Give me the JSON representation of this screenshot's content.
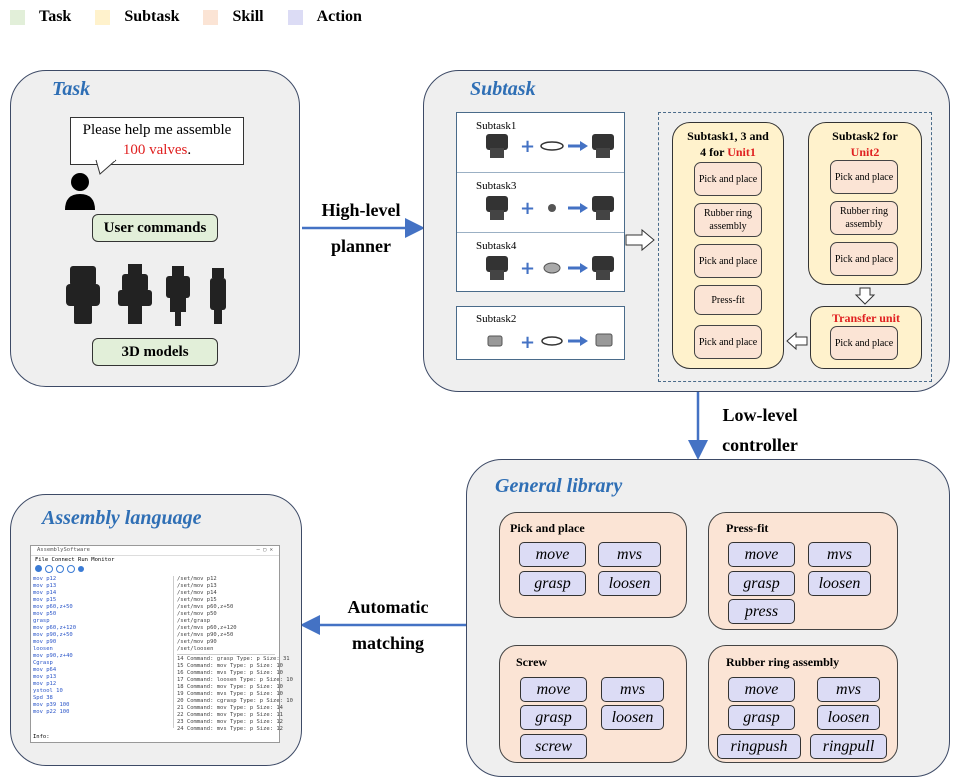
{
  "legend": [
    {
      "label": "Task",
      "color": "#e2efd9"
    },
    {
      "label": "Subtask",
      "color": "#fff2cc"
    },
    {
      "label": "Skill",
      "color": "#fbe4d5"
    },
    {
      "label": "Action",
      "color": "#dcdcf5"
    }
  ],
  "task": {
    "title": "Task",
    "bubble_line1": "Please help me assemble",
    "bubble_line2_red": "100 valves",
    "bubble_line2_end": ".",
    "user_commands": "User commands",
    "models_label": "3D models"
  },
  "subtask": {
    "title": "Subtask",
    "rows": [
      "Subtask1",
      "Subtask3",
      "Subtask4"
    ],
    "row2": "Subtask2",
    "unit1_title_a": "Subtask1, 3 and",
    "unit1_title_b": "4 for ",
    "unit1_title_red": "Unit1",
    "unit1_skills": [
      "Pick and place",
      "Rubber ring assembly",
      "Pick and place",
      "Press-fit",
      "Pick and place"
    ],
    "unit2_title_a": "Subtask2 for",
    "unit2_title_red": "Unit2",
    "unit2_skills": [
      "Pick and place",
      "Rubber ring assembly",
      "Pick and place"
    ],
    "transfer_title": "Transfer unit",
    "transfer_skill": "Pick and place"
  },
  "flows": {
    "high_level_1": "High-level",
    "high_level_2": "planner",
    "low_level_1": "Low-level",
    "low_level_2": "controller",
    "auto_1": "Automatic",
    "auto_2": "matching"
  },
  "library": {
    "title": "General library",
    "pick": {
      "title": "Pick and place",
      "actions": [
        "move",
        "mvs",
        "grasp",
        "loosen"
      ]
    },
    "press": {
      "title": "Press-fit",
      "actions": [
        "move",
        "mvs",
        "grasp",
        "loosen",
        "press"
      ]
    },
    "screw": {
      "title": "Screw",
      "actions": [
        "move",
        "mvs",
        "grasp",
        "loosen",
        "screw"
      ]
    },
    "rubber": {
      "title": "Rubber ring assembly",
      "actions": [
        "move",
        "mvs",
        "grasp",
        "loosen",
        "ringpush",
        "ringpull"
      ]
    }
  },
  "assembly": {
    "title": "Assembly language",
    "window_title": "AssemblySoftware",
    "menu": "File  Connect  Run  Monitor",
    "left_code": [
      "mov p12",
      "mov p13",
      "mov p14",
      "mov p15",
      "mov p60,z+50",
      "mov p50",
      "grasp",
      "mov p60,z+120",
      "mov p90,z+50",
      "mov p90",
      "loosen",
      "mov p90,z+40",
      "Cgrasp",
      "mov p64",
      "mov p13",
      "mov p12",
      "ystool 10",
      "Spd 38",
      "mov p39 100",
      "mov p22 100"
    ],
    "right_code": [
      "/set/mov p12",
      "/set/mov p13",
      "/set/mov p14",
      "/set/mov p15",
      "/set/mvs p60,z+50",
      "/set/mov p50",
      "/set/grasp",
      "/set/mvs p60,z+120",
      "/set/mvs p90,z+50",
      "/set/mov p90",
      "/set/loosen"
    ],
    "log": [
      "14 Command: grasp  Type: p  Size: 31",
      "15 Command: mov    Type: p  Size: 10",
      "16 Command: mvs    Type: p  Size: 10",
      "17 Command: loosen Type: p  Size: 10",
      "18 Command: mov    Type: p  Size: 10",
      "19 Command: mvs    Type: p  Size: 10",
      "20 Command: cgrasp Type: p  Size: 10",
      "21 Command: mov    Type: p  Size: 14",
      "22 Command: mov    Type: p  Size: 11",
      "23 Command: mov    Type: p  Size: 12",
      "24 Command: mvs    Type: p  Size: 12"
    ],
    "status": "Info:"
  }
}
